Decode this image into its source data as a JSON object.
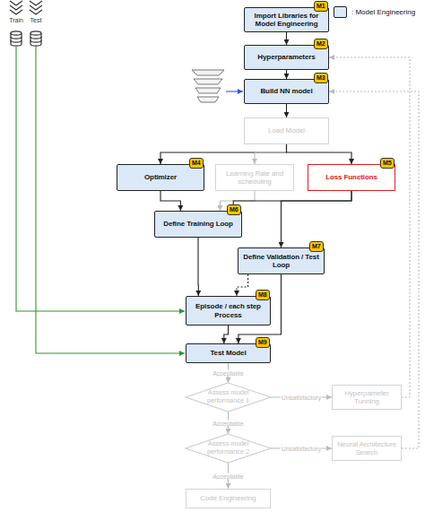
{
  "diagram": {
    "nodes": [
      {
        "text": [
          "Import Libraries for Model Engineering"
        ]
      },
      {
        "text": [
          "Hyperparameters"
        ]
      },
      {
        "text": [
          "Build NN model"
        ]
      },
      {
        "text": [
          "Load Model"
        ]
      },
      {
        "text": [
          "Optimizer"
        ]
      },
      {
        "text": [
          "Learning Rate and scheduling"
        ]
      },
      {
        "text": [
          "Loss Functions"
        ]
      },
      {
        "text": [
          "Define Training Loop"
        ]
      },
      {
        "text": [
          "Define Validation / Test Loop"
        ]
      },
      {
        "text": [
          "Episode / each step Process"
        ]
      },
      {
        "text": [
          "Test Model"
        ]
      },
      {
        "text": [
          "Assess model performance 1"
        ]
      },
      {
        "text": [
          "Hyperpameter Tunning"
        ]
      },
      {
        "text": [
          "Assess model performance 2"
        ]
      },
      {
        "text": [
          "Neural Architecture Search"
        ]
      },
      {
        "text": [
          "Code Engineering"
        ]
      }
    ],
    "edges": [
      {
        "from": 0,
        "to": 1,
        "arrow": "to"
      },
      {
        "from": 1,
        "to": 2,
        "arrow": "to"
      },
      {
        "from": 2,
        "to": 3,
        "arrow": "to"
      },
      {
        "from": 3,
        "to": 4,
        "arrow": "to"
      },
      {
        "from": 3,
        "to": 5,
        "arrow": "to"
      },
      {
        "from": 3,
        "to": 6,
        "arrow": "to"
      },
      {
        "from": 4,
        "to": 7,
        "arrow": "to"
      },
      {
        "from": 5,
        "to": 7,
        "arrow": "to"
      },
      {
        "from": 6,
        "to": 7,
        "arrow": "to"
      },
      {
        "from": 6,
        "to": 8,
        "arrow": "to"
      },
      {
        "from": 7,
        "to": 9,
        "arrow": "to"
      },
      {
        "from": 8,
        "to": 9,
        "arrow": "to"
      },
      {
        "from": 8,
        "to": 10,
        "arrow": "to"
      },
      {
        "from": 9,
        "to": 10,
        "arrow": "to"
      },
      {
        "from": 10,
        "to": 11,
        "label": "Acceptable",
        "arrow": "to"
      },
      {
        "from": 11,
        "to": 12,
        "label": "Unsatisfactory",
        "arrow": "to"
      },
      {
        "from": 11,
        "to": 13,
        "label": "Acceptable",
        "arrow": "to"
      },
      {
        "from": 13,
        "to": 14,
        "label": "Unsatisfactory",
        "arrow": "to"
      },
      {
        "from": 13,
        "to": 15,
        "label": "Acceptable",
        "arrow": "to"
      },
      {
        "from": 12,
        "to": 1,
        "arrow": "to"
      },
      {
        "from": 14,
        "to": 2,
        "arrow": "to"
      }
    ],
    "labels": [
      "Train",
      "Test",
      "M1",
      "M2",
      "M3",
      "M4",
      "M5",
      "M6",
      "M7",
      "M8",
      "M9"
    ],
    "legend": [
      {
        "text": ": Model Engineering",
        "color": "#dbe8f8"
      }
    ]
  }
}
